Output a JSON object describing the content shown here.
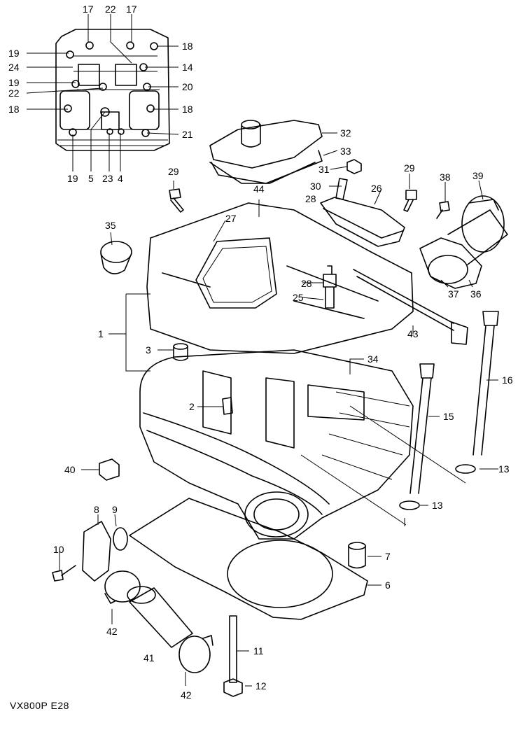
{
  "diagram_code": "VX800P  E28",
  "callouts": [
    "17",
    "22",
    "17",
    "18",
    "19",
    "24",
    "14",
    "19",
    "20",
    "22",
    "18",
    "18",
    "21",
    "19",
    "5",
    "23",
    "4",
    "32",
    "33",
    "31",
    "29",
    "30",
    "26",
    "29",
    "38",
    "39",
    "44",
    "28",
    "27",
    "35",
    "28",
    "25",
    "37",
    "36",
    "1",
    "43",
    "3",
    "34",
    "16",
    "2",
    "15",
    "13",
    "40",
    "13",
    "8",
    "9",
    "7",
    "10",
    "6",
    "42",
    "41",
    "11",
    "12",
    "42"
  ]
}
